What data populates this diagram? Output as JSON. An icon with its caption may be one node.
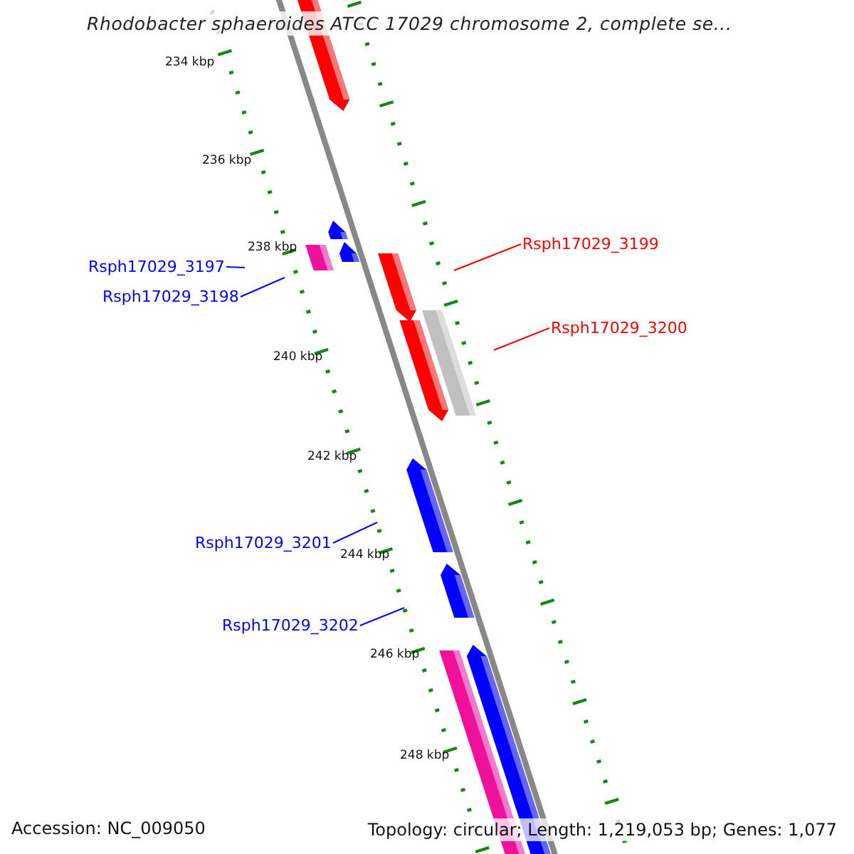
{
  "diagram": {
    "title": "Rhodobacter sphaeroides ATCC 17029 chromosome 2, complete se...",
    "nodes": [
      {
        "text": [
          "Rsph17029_3197"
        ]
      },
      {
        "text": [
          "Rsph17029_3198"
        ]
      },
      {
        "text": [
          "Rsph17029_3199"
        ]
      },
      {
        "text": [
          "Rsph17029_3200"
        ]
      },
      {
        "text": [
          "Rsph17029_3201"
        ]
      },
      {
        "text": [
          "Rsph17029_3202"
        ]
      }
    ],
    "edges": [
      {
        "from": 0,
        "to": null,
        "arrow": "none",
        "color": "#0000ff"
      },
      {
        "from": 1,
        "to": null,
        "arrow": "none",
        "color": "#0000ff"
      },
      {
        "from": 2,
        "to": null,
        "arrow": "none",
        "color": "#ff0000"
      },
      {
        "from": 3,
        "to": null,
        "arrow": "none",
        "color": "#ff0000"
      },
      {
        "from": 4,
        "to": null,
        "arrow": "none",
        "color": "#0000ff"
      },
      {
        "from": 5,
        "to": null,
        "arrow": "none",
        "color": "#0000ff"
      }
    ],
    "labels": [
      "234 kbp",
      "236 kbp",
      "238 kbp",
      "240 kbp",
      "242 kbp",
      "244 kbp",
      "246 kbp",
      "248 kbp",
      "Accession: NC_009050",
      "Topology: circular; Length: 1,219,053 bp; Genes: 1,077"
    ]
  }
}
